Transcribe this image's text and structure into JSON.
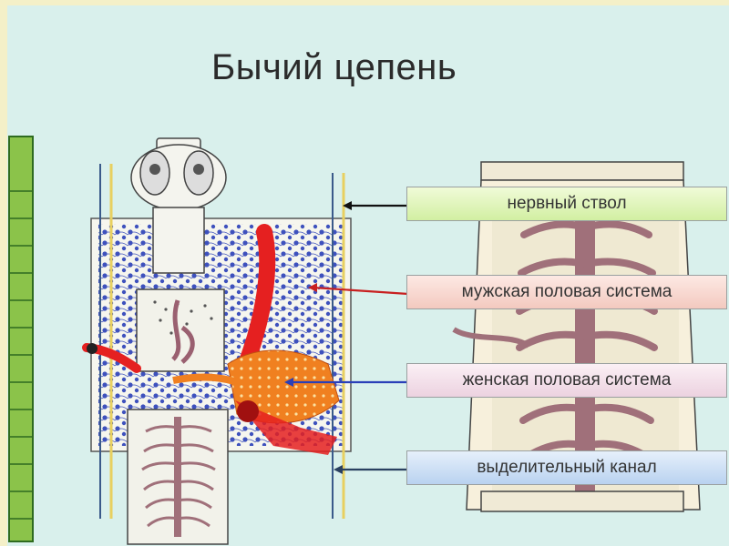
{
  "title": "Бычий цепень",
  "labels": {
    "nerve_trunk": "нервный ствол",
    "male_system": "мужская половая система",
    "female_system": "женская половая система",
    "excretory_canal": "выделительный канал"
  },
  "colors": {
    "nerve_trunk_box": "#d2efa2",
    "male_system_box": "#f3c9bf",
    "female_system_box": "#ecd2e0",
    "excretory_canal_box": "#b9d2f0",
    "male_organs": "#e52020",
    "female_organs": "#f08020",
    "vitelline_glands": "#2a3fb8",
    "uterus": "#a0707a"
  }
}
